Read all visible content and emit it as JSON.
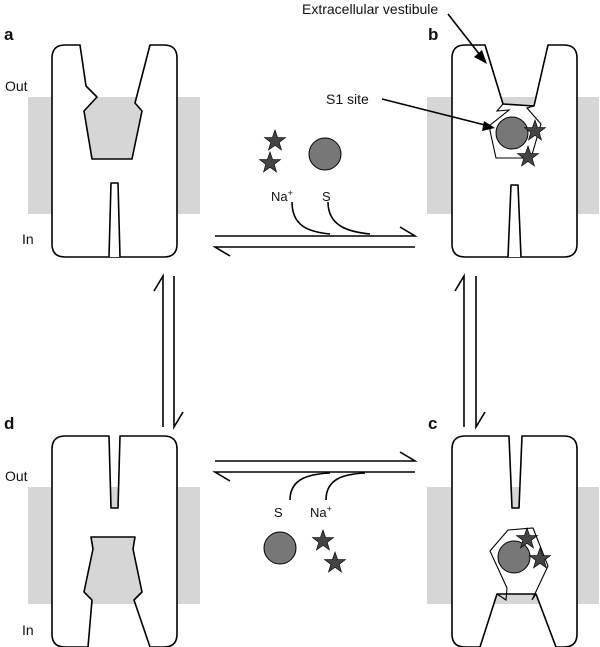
{
  "panels": {
    "a": "a",
    "b": "b",
    "c": "c",
    "d": "d"
  },
  "sides": {
    "out": "Out",
    "in": "In"
  },
  "annotations": {
    "vestibule": "Extracellular vestibule",
    "s1_site": "S1 site"
  },
  "ligands": {
    "sodium": "Na",
    "sodium_sup": "+",
    "substrate": "S"
  },
  "colors": {
    "membrane": "#d6d6d6",
    "ligand": "#777777",
    "ion": "#444444"
  }
}
